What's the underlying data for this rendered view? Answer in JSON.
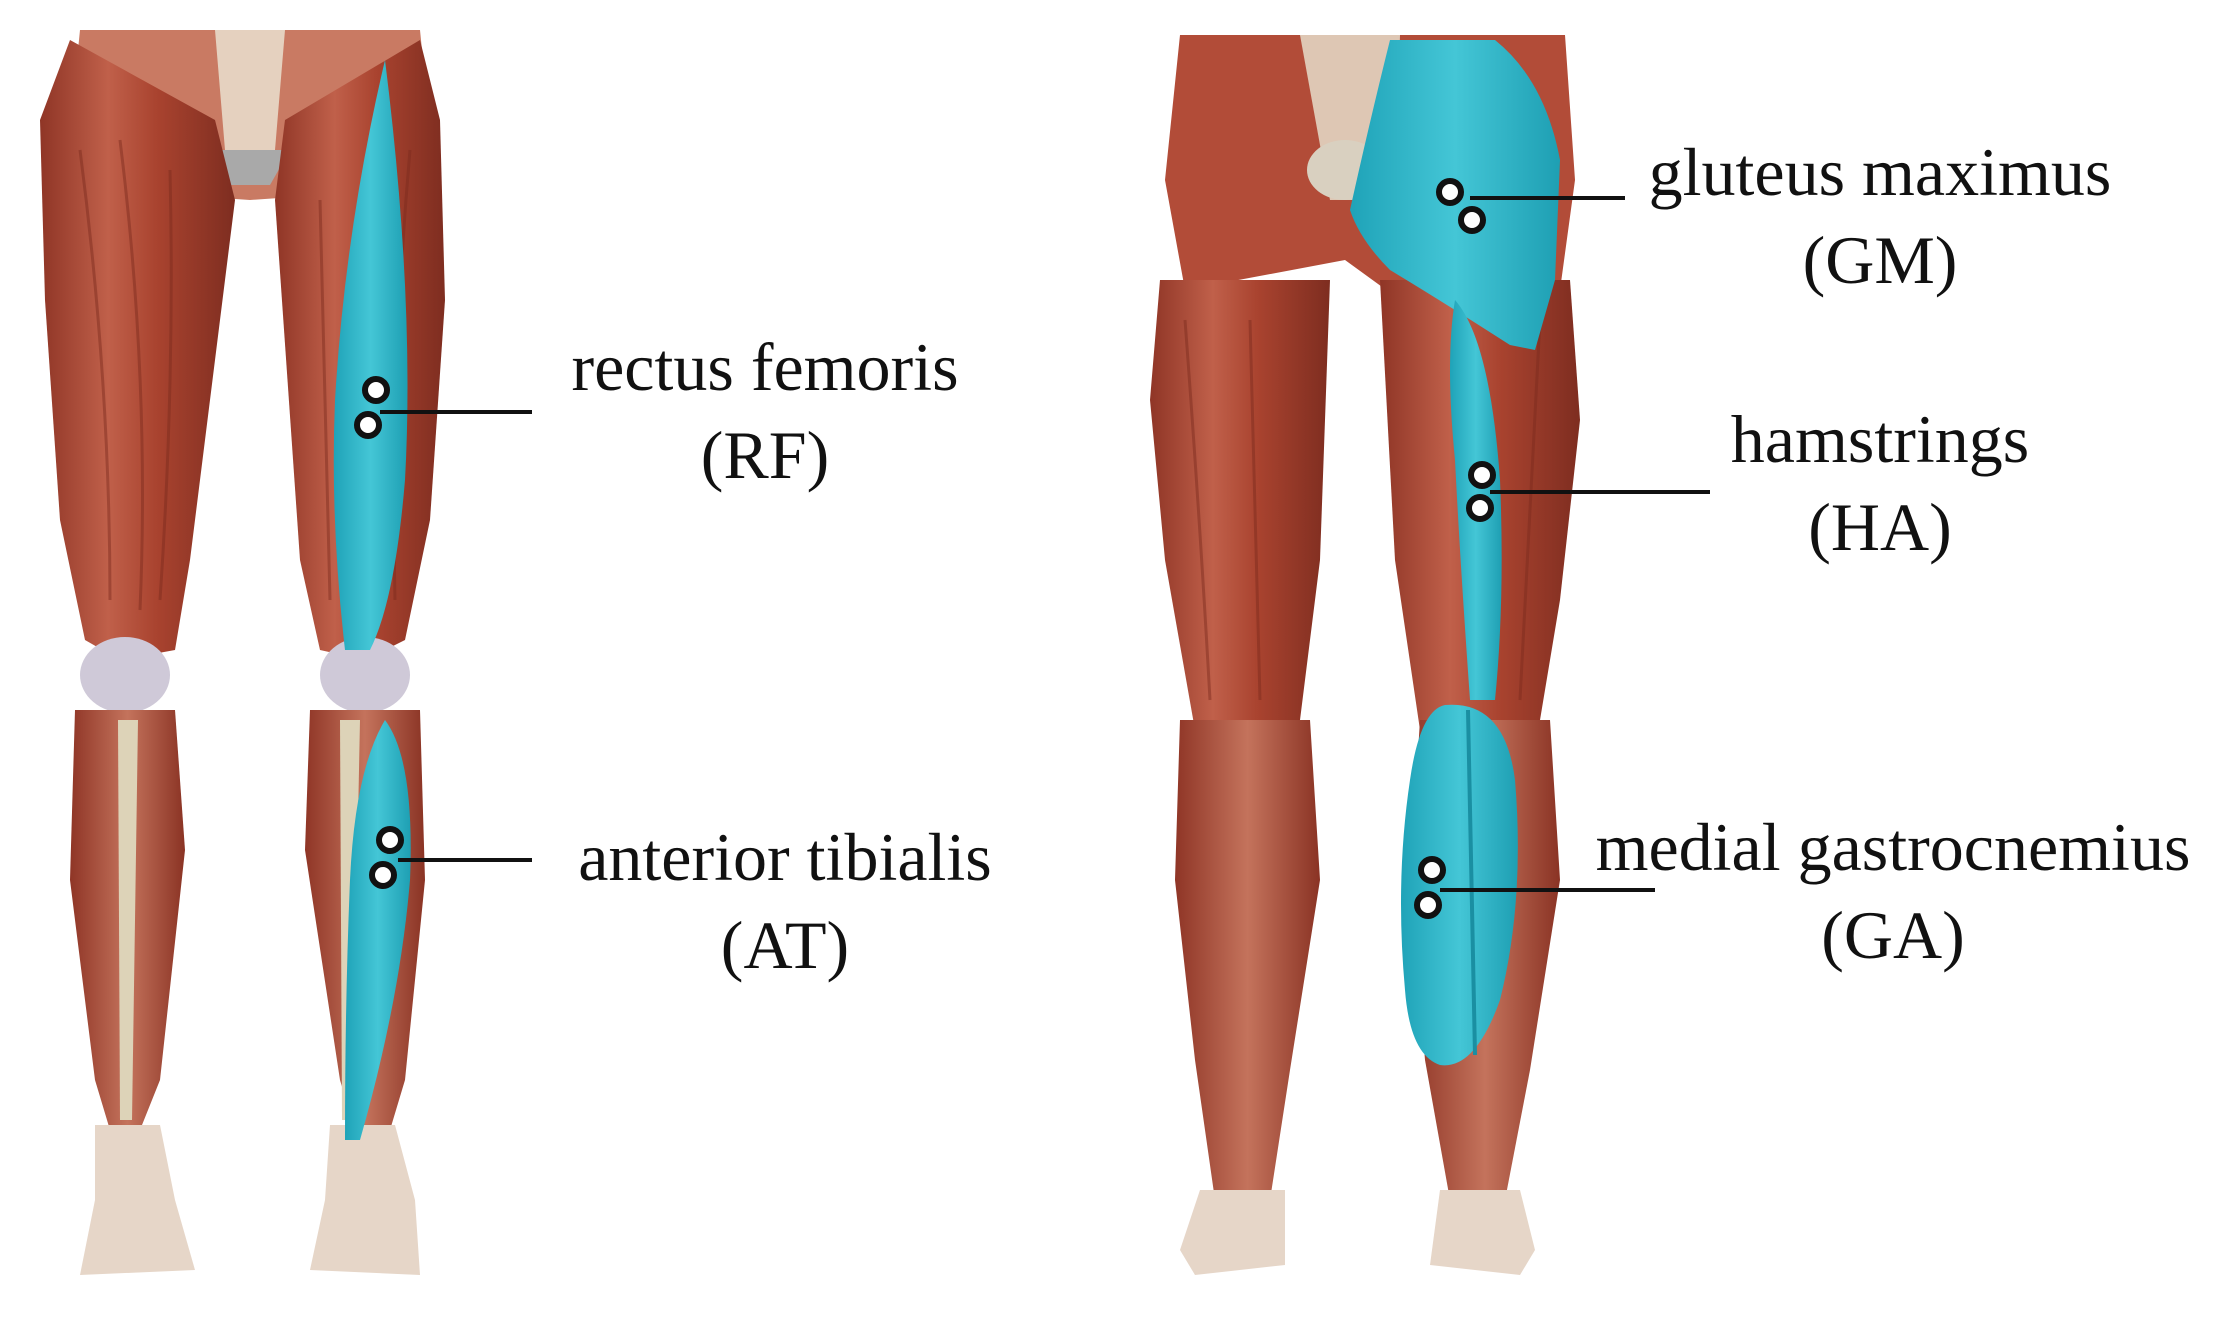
{
  "colors": {
    "muscle_dark": "#9c3d2e",
    "muscle_mid": "#b9533f",
    "muscle_light": "#d58b72",
    "tendon": "#e8d6c4",
    "bone": "#ddd3b8",
    "joint": "#cfc9d8",
    "highlight": "#2bb5c8",
    "highlight_light": "#5fd0de",
    "electrode_fill": "#ffffff",
    "ink": "#111111"
  },
  "muscles": [
    {
      "id": "rf",
      "name": "rectus femoris",
      "abbr": "(RF)",
      "view": "front"
    },
    {
      "id": "at",
      "name": "anterior tibialis",
      "abbr": "(AT)",
      "view": "front"
    },
    {
      "id": "gm",
      "name": "gluteus maximus",
      "abbr": "(GM)",
      "view": "back"
    },
    {
      "id": "ha",
      "name": "hamstrings",
      "abbr": "(HA)",
      "view": "back"
    },
    {
      "id": "ga",
      "name": "medial gastrocnemius",
      "abbr": "(GA)",
      "view": "back"
    }
  ],
  "icons": {
    "electrode": "electrode-icon"
  }
}
